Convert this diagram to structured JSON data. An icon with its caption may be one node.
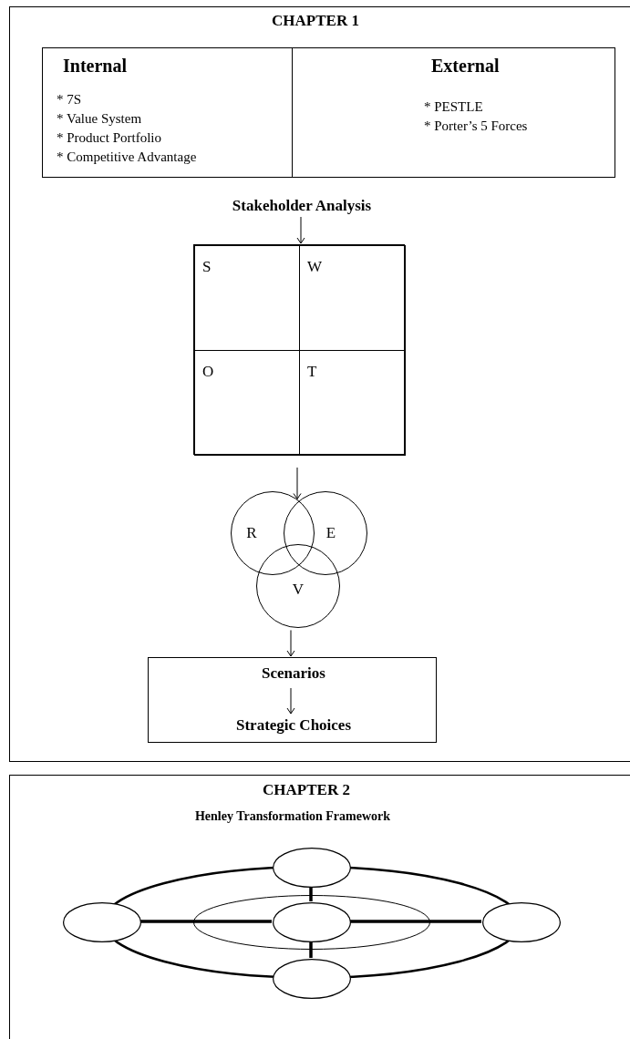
{
  "diagram": {
    "nodes": [
      {
        "text": [
          "CHAPTER 1"
        ]
      },
      {
        "text": [
          "Internal",
          "* 7S",
          "* Value System",
          "* Product Portfolio",
          "* Competitive Advantage"
        ],
        "in": 0
      },
      {
        "text": [
          "External",
          "* PESTLE",
          "* Porter’s 5 Forces"
        ],
        "in": 0
      },
      {
        "text": [
          "Stakeholder Analysis"
        ],
        "in": 0
      },
      {
        "text": [],
        "shape": "box",
        "in": 0
      },
      {
        "text": [
          "S"
        ],
        "in": 4
      },
      {
        "text": [
          "W"
        ],
        "in": 4
      },
      {
        "text": [
          "O"
        ],
        "in": 4
      },
      {
        "text": [
          "T"
        ],
        "in": 4
      },
      {
        "text": [
          "R"
        ],
        "in": 0
      },
      {
        "text": [
          "E"
        ],
        "in": 0
      },
      {
        "text": [
          "V"
        ],
        "in": 0
      },
      {
        "text": [],
        "shape": "box",
        "in": 0
      },
      {
        "text": [
          "Scenarios"
        ],
        "in": 12
      },
      {
        "text": [
          "Strategic Choices"
        ],
        "in": 12
      },
      {
        "text": [
          "CHAPTER 2",
          "Henley Transformation Framework"
        ]
      },
      {
        "text": [],
        "shape": "ellipse",
        "in": 15
      },
      {
        "text": [],
        "shape": "ellipse",
        "in": 16
      },
      {
        "text": [],
        "shape": "ellipse",
        "in": 15
      },
      {
        "text": [],
        "shape": "ellipse",
        "in": 15
      },
      {
        "text": [],
        "shape": "ellipse",
        "in": 17
      },
      {
        "text": [],
        "shape": "ellipse",
        "in": 15
      },
      {
        "text": [],
        "shape": "ellipse",
        "in": 15
      }
    ],
    "edges": [
      {
        "from": 3,
        "to": 4,
        "arrow": "to"
      },
      {
        "from": 4,
        "to": 9,
        "arrow": "to"
      },
      {
        "from": 11,
        "to": 12,
        "arrow": "to"
      },
      {
        "from": 13,
        "to": 14,
        "arrow": "to"
      },
      {
        "from": 18,
        "to": 20,
        "arrow": "none",
        "style": "thick"
      },
      {
        "from": 19,
        "to": 20,
        "arrow": "none",
        "style": "thick"
      },
      {
        "from": 20,
        "to": 21,
        "arrow": "none",
        "style": "thick"
      },
      {
        "from": 20,
        "to": 22,
        "arrow": "none",
        "style": "thick"
      }
    ]
  }
}
